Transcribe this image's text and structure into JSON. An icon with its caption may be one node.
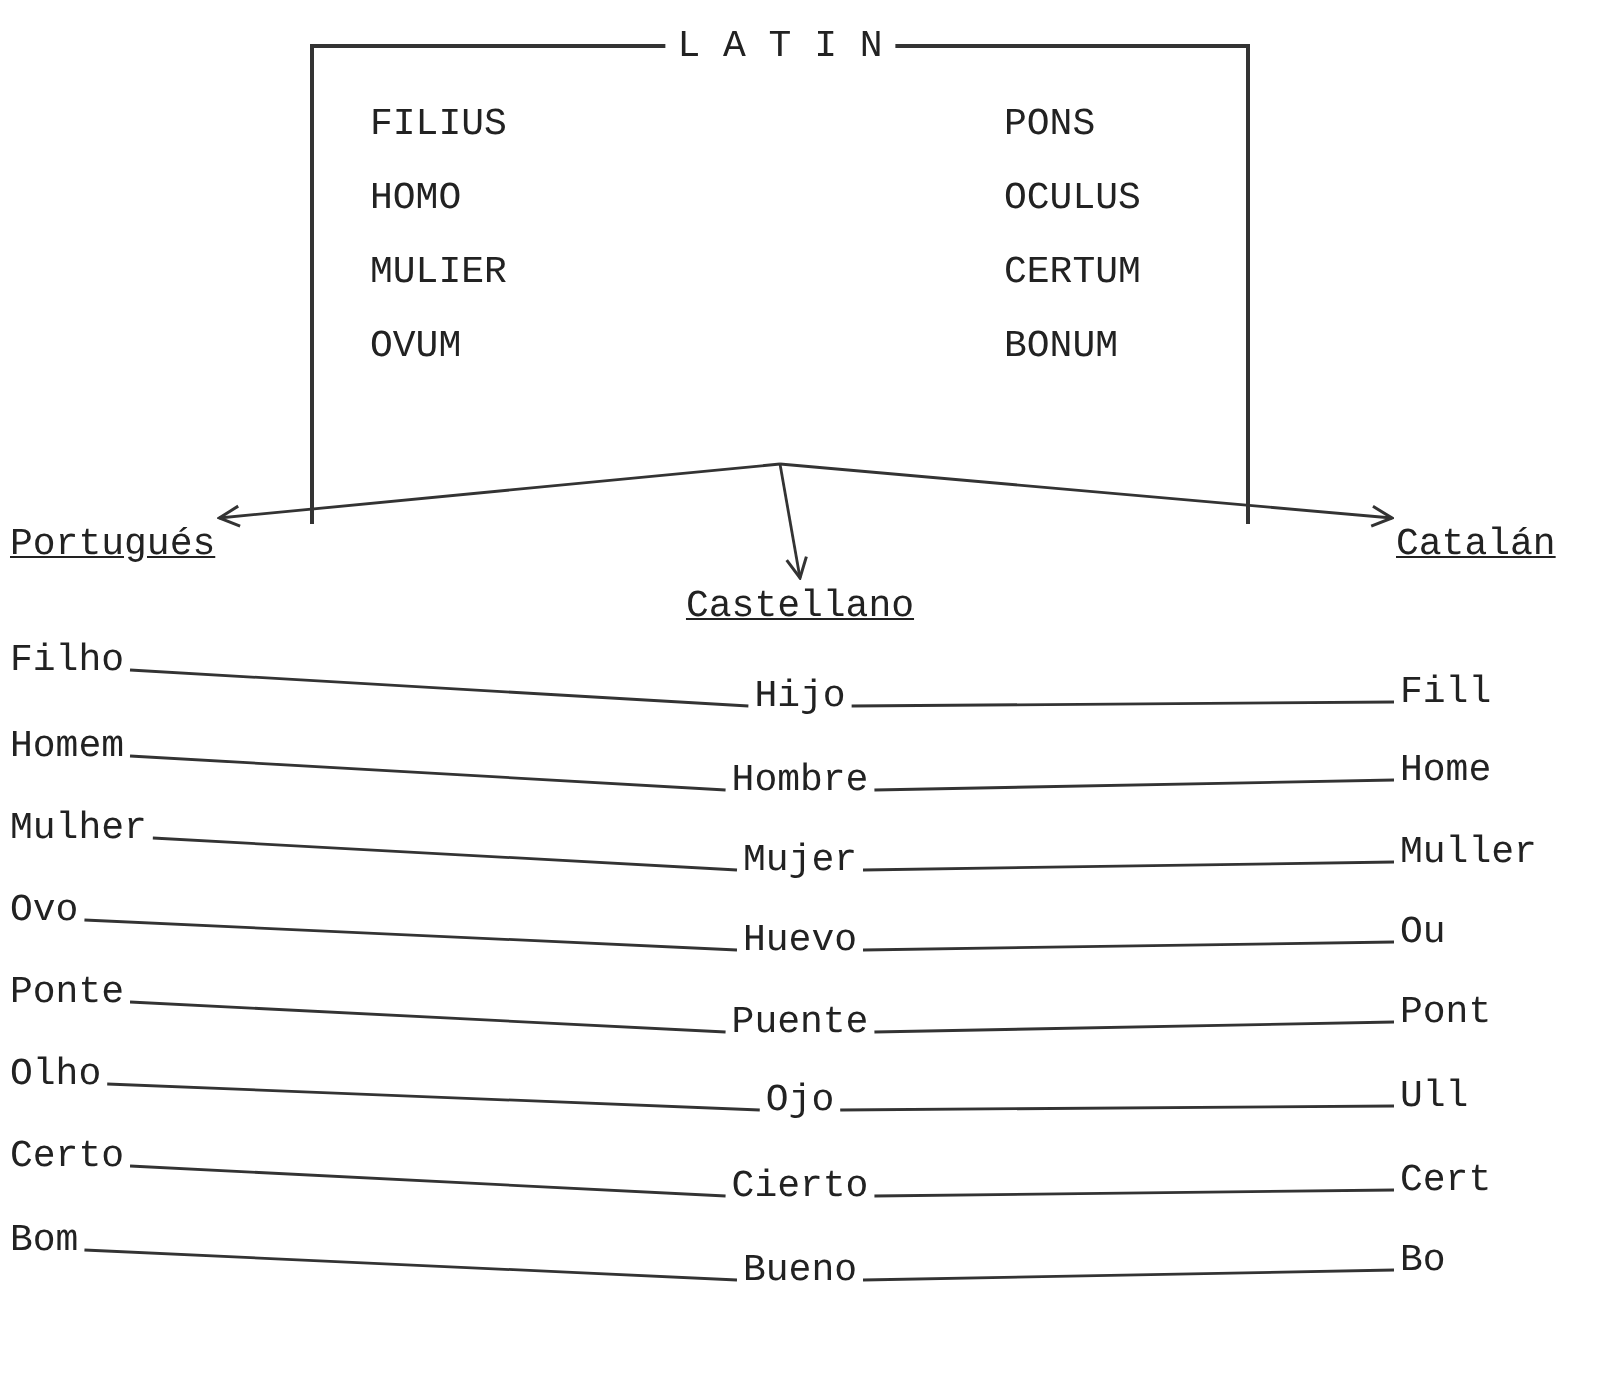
{
  "diagram": {
    "nodes": [
      {
        "text": [
          "L A T I N",
          "FILIUS",
          "PONS",
          "HOMO",
          "OCULUS",
          "MULIER",
          "CERTUM",
          "OVUM",
          "BONUM"
        ]
      },
      {
        "text": [
          "Portugués"
        ]
      },
      {
        "text": [
          "Castellano"
        ]
      },
      {
        "text": [
          "Catalán"
        ]
      },
      {
        "text": [
          "Filho"
        ]
      },
      {
        "text": [
          "Homem"
        ]
      },
      {
        "text": [
          "Mulher"
        ]
      },
      {
        "text": [
          "Ovo"
        ]
      },
      {
        "text": [
          "Ponte"
        ]
      },
      {
        "text": [
          "Olho"
        ]
      },
      {
        "text": [
          "Certo"
        ]
      },
      {
        "text": [
          "Bom"
        ]
      },
      {
        "text": [
          "Hijo"
        ]
      },
      {
        "text": [
          "Hombre"
        ]
      },
      {
        "text": [
          "Mujer"
        ]
      },
      {
        "text": [
          "Huevo"
        ]
      },
      {
        "text": [
          "Puente"
        ]
      },
      {
        "text": [
          "Ojo"
        ]
      },
      {
        "text": [
          "Cierto"
        ]
      },
      {
        "text": [
          "Bueno"
        ]
      },
      {
        "text": [
          "Fill"
        ]
      },
      {
        "text": [
          "Home"
        ]
      },
      {
        "text": [
          "Muller"
        ]
      },
      {
        "text": [
          "Ou"
        ]
      },
      {
        "text": [
          "Pont"
        ]
      },
      {
        "text": [
          "Ull"
        ]
      },
      {
        "text": [
          "Cert"
        ]
      },
      {
        "text": [
          "Bo"
        ]
      }
    ],
    "edges": [
      {
        "from": 0,
        "to": 1,
        "arrow": "to"
      },
      {
        "from": 0,
        "to": 2,
        "arrow": "to"
      },
      {
        "from": 0,
        "to": 3,
        "arrow": "to"
      },
      {
        "from": 4,
        "to": 12,
        "arrow": "none"
      },
      {
        "from": 12,
        "to": 20,
        "arrow": "none"
      },
      {
        "from": 5,
        "to": 13,
        "arrow": "none"
      },
      {
        "from": 13,
        "to": 21,
        "arrow": "none"
      },
      {
        "from": 6,
        "to": 14,
        "arrow": "none"
      },
      {
        "from": 14,
        "to": 22,
        "arrow": "none"
      },
      {
        "from": 7,
        "to": 15,
        "arrow": "none"
      },
      {
        "from": 15,
        "to": 23,
        "arrow": "none"
      },
      {
        "from": 8,
        "to": 16,
        "arrow": "none"
      },
      {
        "from": 16,
        "to": 24,
        "arrow": "none"
      },
      {
        "from": 9,
        "to": 17,
        "arrow": "none"
      },
      {
        "from": 17,
        "to": 25,
        "arrow": "none"
      },
      {
        "from": 10,
        "to": 18,
        "arrow": "none"
      },
      {
        "from": 18,
        "to": 26,
        "arrow": "none"
      },
      {
        "from": 11,
        "to": 19,
        "arrow": "none"
      },
      {
        "from": 19,
        "to": 27,
        "arrow": "none"
      }
    ]
  }
}
